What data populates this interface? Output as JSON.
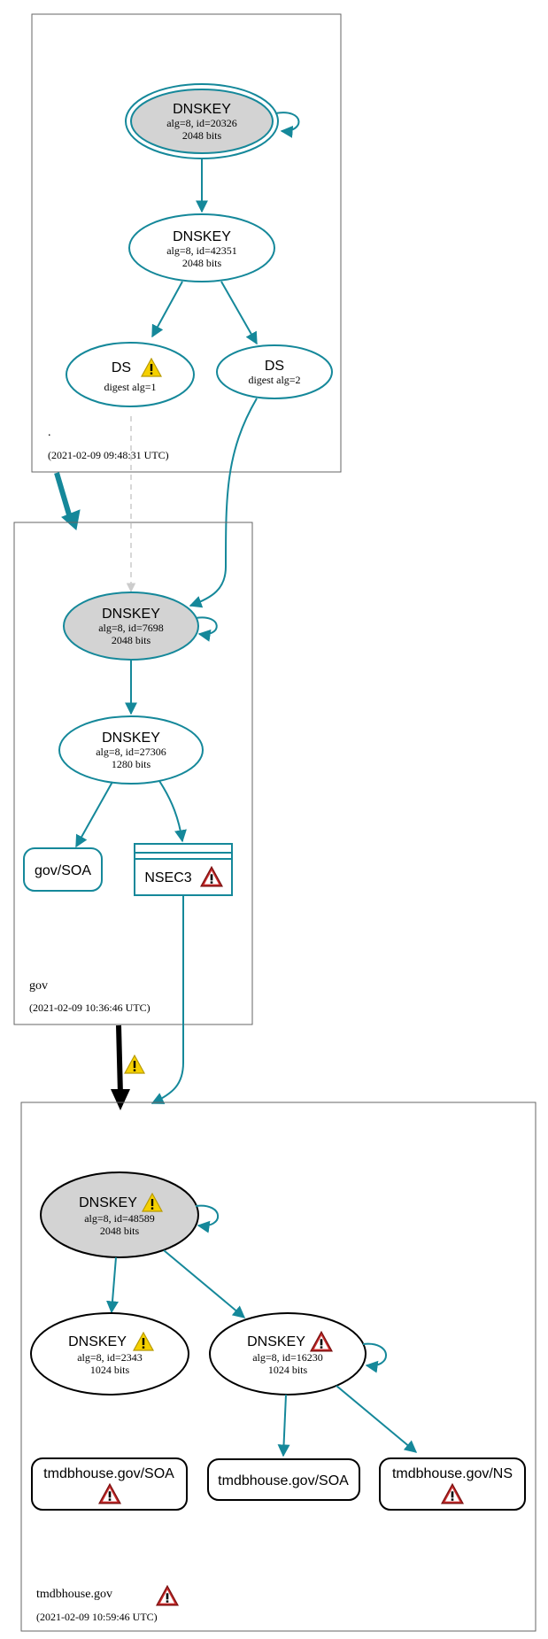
{
  "colors": {
    "teal": "#15889a",
    "zone_border": "#666666",
    "ksk_fill": "#d3d3d3",
    "warning_yellow": "#f5d000",
    "error_red": "#c62b2b"
  },
  "zones": {
    "root": {
      "label": ".",
      "timestamp": "(2021-02-09 09:48:31 UTC)",
      "ksk": {
        "title": "DNSKEY",
        "detail": "alg=8, id=20326",
        "bits": "2048 bits"
      },
      "zsk": {
        "title": "DNSKEY",
        "detail": "alg=8, id=42351",
        "bits": "2048 bits"
      },
      "ds1": {
        "title": "DS",
        "detail": "digest alg=1",
        "status_icon": "warning-icon"
      },
      "ds2": {
        "title": "DS",
        "detail": "digest alg=2"
      }
    },
    "gov": {
      "label": "gov",
      "timestamp": "(2021-02-09 10:36:46 UTC)",
      "ksk": {
        "title": "DNSKEY",
        "detail": "alg=8, id=7698",
        "bits": "2048 bits"
      },
      "zsk": {
        "title": "DNSKEY",
        "detail": "alg=8, id=27306",
        "bits": "1280 bits"
      },
      "soa": {
        "title": "gov/SOA"
      },
      "nsec3": {
        "title": "NSEC3",
        "status_icon": "error-icon"
      }
    },
    "tmdbhouse": {
      "label": "tmdbhouse.gov",
      "timestamp": "(2021-02-09 10:59:46 UTC)",
      "status_icon": "error-icon",
      "ksk": {
        "title": "DNSKEY",
        "detail": "alg=8, id=48589",
        "bits": "2048 bits",
        "status_icon": "warning-icon"
      },
      "key2343": {
        "title": "DNSKEY",
        "detail": "alg=8, id=2343",
        "bits": "1024 bits",
        "status_icon": "warning-icon"
      },
      "key16230": {
        "title": "DNSKEY",
        "detail": "alg=8, id=16230",
        "bits": "1024 bits",
        "status_icon": "error-icon"
      },
      "soa_left": {
        "title": "tmdbhouse.gov/SOA",
        "status_icon": "error-icon"
      },
      "soa_mid": {
        "title": "tmdbhouse.gov/SOA"
      },
      "ns": {
        "title": "tmdbhouse.gov/NS",
        "status_icon": "error-icon"
      }
    }
  },
  "delegations": {
    "root_to_gov": {
      "status": "secure"
    },
    "gov_to_tmdbhouse": {
      "status": "insecure",
      "status_icon": "warning-icon"
    }
  }
}
